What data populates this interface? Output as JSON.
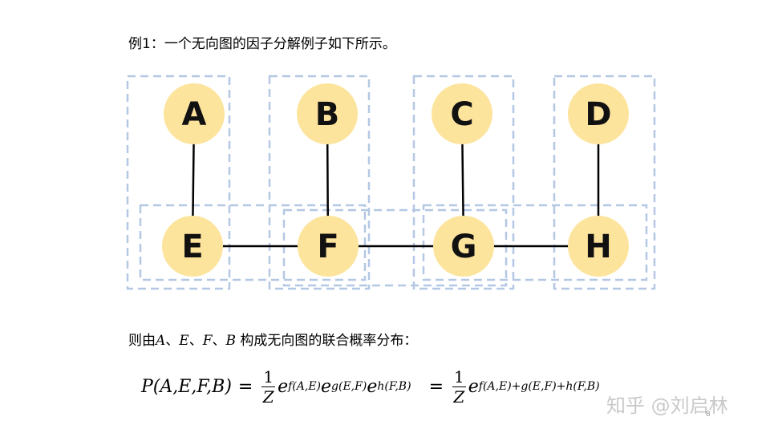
{
  "intro_text": "例1：一个无向图的因子分解例子如下所示。",
  "graph": {
    "nodes": [
      {
        "id": "A",
        "label": "A"
      },
      {
        "id": "B",
        "label": "B"
      },
      {
        "id": "C",
        "label": "C"
      },
      {
        "id": "D",
        "label": "D"
      },
      {
        "id": "E",
        "label": "E"
      },
      {
        "id": "F",
        "label": "F"
      },
      {
        "id": "G",
        "label": "G"
      },
      {
        "id": "H",
        "label": "H"
      }
    ],
    "edges": [
      [
        "A",
        "E"
      ],
      [
        "B",
        "F"
      ],
      [
        "C",
        "G"
      ],
      [
        "D",
        "H"
      ],
      [
        "E",
        "F"
      ],
      [
        "F",
        "G"
      ],
      [
        "G",
        "H"
      ]
    ],
    "colors": {
      "node_fill": "#fde49d",
      "edge": "#000000",
      "clique_box": "#b4c8e4"
    }
  },
  "description": {
    "prefix": "则由",
    "vars": [
      "A",
      "E",
      "F",
      "B"
    ],
    "separator": "、",
    "suffix": "构成无向图的联合概率分布："
  },
  "formula": {
    "lhs": "P(A,E,F,B)",
    "eq": "=",
    "frac_num": "1",
    "frac_den": "Z",
    "exp1": "f(A,E)",
    "exp2": "g(E,F)",
    "exp3": "h(F,B)",
    "base": "e",
    "exp_combined": "f(A,E)+g(E,F)+h(F,B)"
  },
  "watermark": "知乎 @刘启林",
  "page_number": "8"
}
